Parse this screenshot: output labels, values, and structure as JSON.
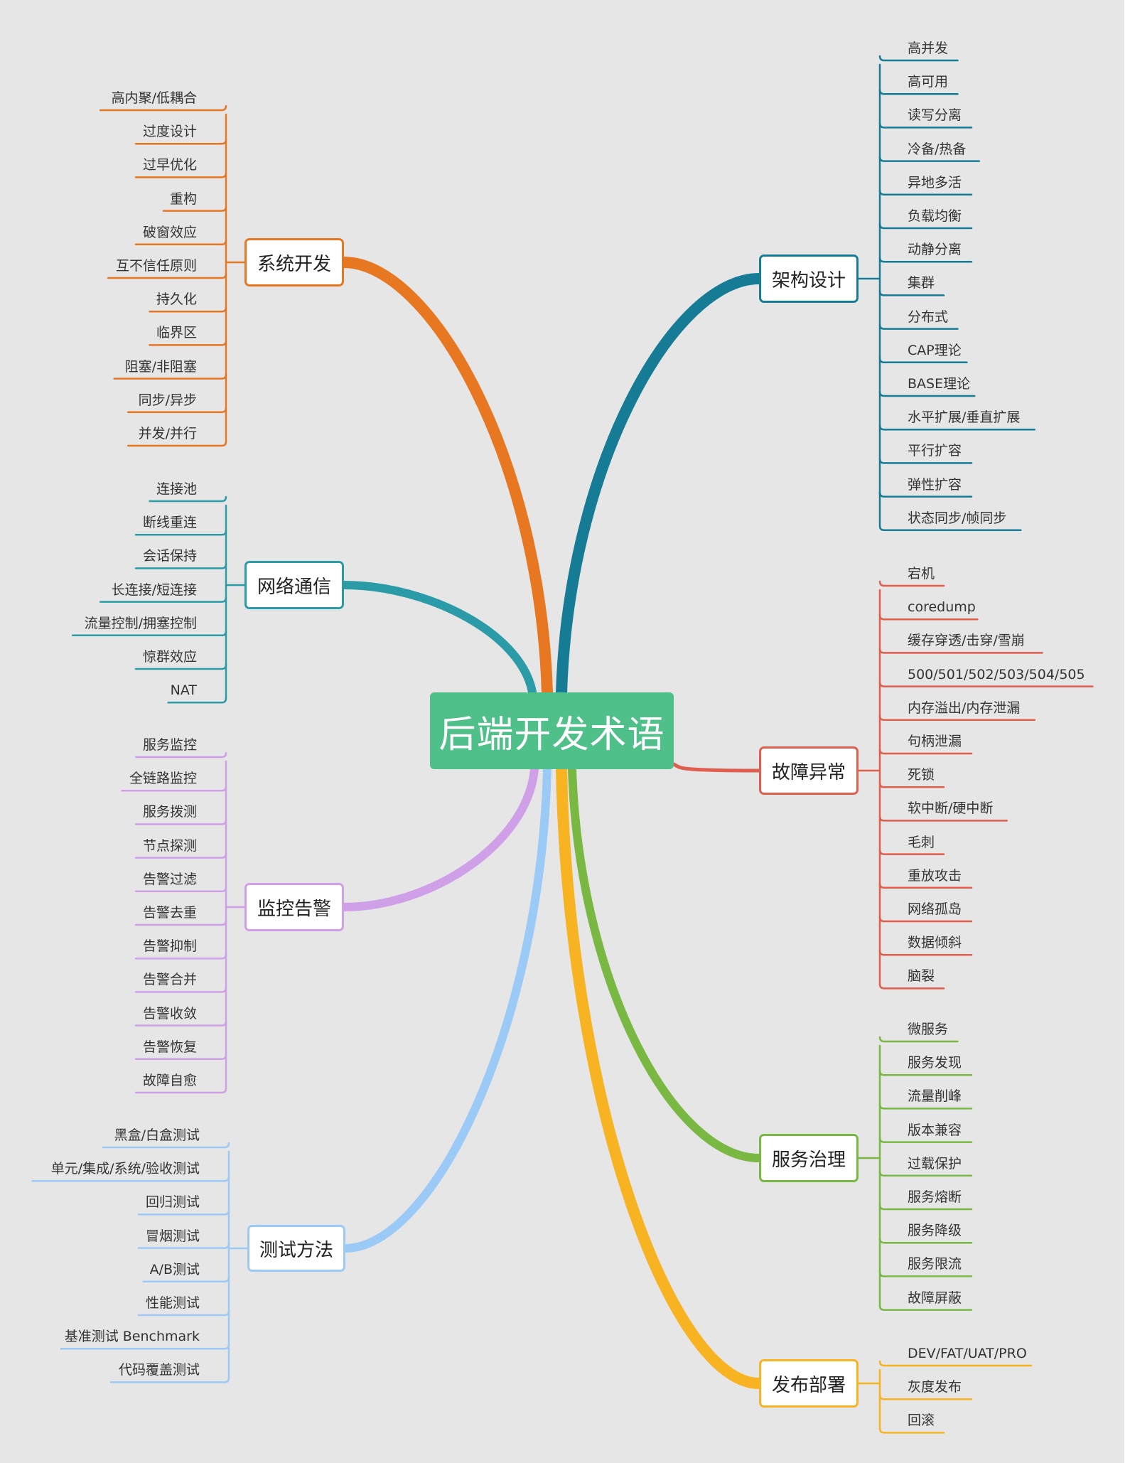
{
  "root": {
    "label": "后端开发术语",
    "color": "#4fc08a"
  },
  "branches": [
    {
      "id": "sys",
      "label": "系统开发",
      "color": "#e87722",
      "side": "left",
      "items": [
        "高内聚/低耦合",
        "过度设计",
        "过早优化",
        "重构",
        "破窗效应",
        "互不信任原则",
        "持久化",
        "临界区",
        "阻塞/非阻塞",
        "同步/异步",
        "并发/并行"
      ]
    },
    {
      "id": "net",
      "label": "网络通信",
      "color": "#2b9ca7",
      "side": "left",
      "items": [
        "连接池",
        "断线重连",
        "会话保持",
        "长连接/短连接",
        "流量控制/拥塞控制",
        "惊群效应",
        "NAT"
      ]
    },
    {
      "id": "mon",
      "label": "监控告警",
      "color": "#cfa0e8",
      "side": "left",
      "items": [
        "服务监控",
        "全链路监控",
        "服务拨测",
        "节点探测",
        "告警过滤",
        "告警去重",
        "告警抑制",
        "告警合并",
        "告警收敛",
        "告警恢复",
        "故障自愈"
      ]
    },
    {
      "id": "test",
      "label": "测试方法",
      "color": "#9ccaf7",
      "side": "left",
      "items": [
        "黑盒/白盒测试",
        "单元/集成/系统/验收测试",
        "回归测试",
        "冒烟测试",
        "A/B测试",
        "性能测试",
        "基准测试  Benchmark",
        "代码覆盖测试"
      ]
    },
    {
      "id": "arch",
      "label": "架构设计",
      "color": "#167c96",
      "side": "right",
      "items": [
        "高并发",
        "高可用",
        "读写分离",
        "冷备/热备",
        "异地多活",
        "负载均衡",
        "动静分离",
        "集群",
        "分布式",
        "CAP理论",
        "BASE理论",
        "水平扩展/垂直扩展",
        "平行扩容",
        "弹性扩容",
        "状态同步/帧同步"
      ]
    },
    {
      "id": "fault",
      "label": "故障异常",
      "color": "#e05e4e",
      "side": "right",
      "items": [
        "宕机",
        "coredump",
        "缓存穿透/击穿/雪崩",
        "500/501/502/503/504/505",
        "内存溢出/内存泄漏",
        "句柄泄漏",
        "死锁",
        "软中断/硬中断",
        "毛刺",
        "重放攻击",
        "网络孤岛",
        "数据倾斜",
        "脑裂"
      ]
    },
    {
      "id": "gov",
      "label": "服务治理",
      "color": "#78b843",
      "side": "right",
      "items": [
        "微服务",
        "服务发现",
        "流量削峰",
        "版本兼容",
        "过载保护",
        "服务熔断",
        "服务降级",
        "服务限流",
        "故障屏蔽"
      ]
    },
    {
      "id": "dep",
      "label": "发布部署",
      "color": "#f7b321",
      "side": "right",
      "items": [
        "DEV/FAT/UAT/PRO",
        "灰度发布",
        "回滚"
      ]
    }
  ]
}
